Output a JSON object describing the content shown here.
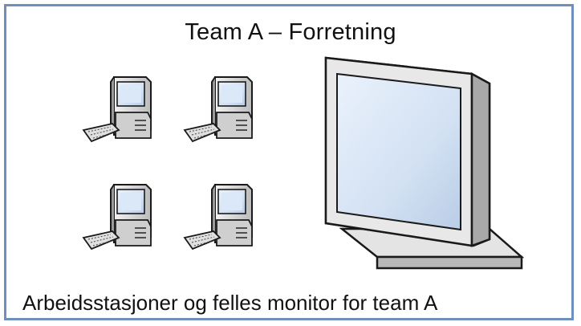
{
  "diagram": {
    "title": "Team A – Forretning",
    "caption": "Arbeidsstasjoner og felles monitor for team A",
    "workstation_count": 4,
    "nodes": [
      {
        "id": "workstation-1",
        "type": "workstation-icon"
      },
      {
        "id": "workstation-2",
        "type": "workstation-icon"
      },
      {
        "id": "workstation-3",
        "type": "workstation-icon"
      },
      {
        "id": "workstation-4",
        "type": "workstation-icon"
      },
      {
        "id": "shared-monitor",
        "type": "monitor-icon"
      }
    ],
    "colors": {
      "frame": "#6f8fbf",
      "screen": "#dfe9f7",
      "casing": "#d8d8d8",
      "outline": "#1a1a1a"
    }
  }
}
